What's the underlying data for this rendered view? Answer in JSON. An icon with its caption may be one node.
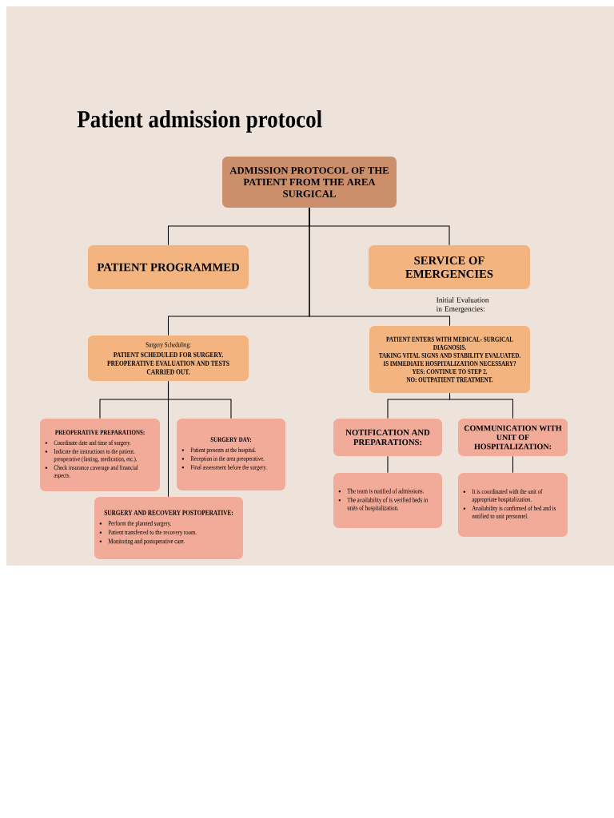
{
  "diagram": {
    "title": "Patient admission protocol",
    "nodes": [
      {
        "text": [
          "ADMISSION PROTOCOL OF THE PATIENT FROM THE AREA SURGICAL"
        ]
      },
      {
        "text": [
          "PATIENT PROGRAMMED"
        ]
      },
      {
        "text": [
          "SERVICE OF EMERGENCIES"
        ]
      },
      {
        "text": [
          "Surgery Scheduling:",
          "PATIENT SCHEDULED FOR SURGERY. PREOPERATIVE EVALUATION AND TESTS CARRIED OUT."
        ]
      },
      {
        "text": [
          "PATIENT ENTERS WITH MEDICAL- SURGICAL DIAGNOSIS.",
          "TAKING VITAL SIGNS AND STABILITY EVALUATED.",
          "IS IMMEDIATE HOSPITALIZATION NECESSARY?",
          "YES: CONTINUE TO STEP 2.",
          "NO: OUTPATIENT TREATMENT."
        ]
      },
      {
        "text": [
          "PREOPERATIVE PREPARATIONS:",
          "Coordinate date and time of surgery.",
          "Indicate the instructions to the patient. preoperative (fasting, medication, etc.).",
          "Check insurance coverage and financial aspects."
        ]
      },
      {
        "text": [
          "SURGERY DAY:",
          "Patient presents at the hospital.",
          "Reception in the area preoperative.",
          "Final assessment before the surgery."
        ]
      },
      {
        "text": [
          "SURGERY AND RECOVERY POSTOPERATIVE:",
          "Perform the planned surgery.",
          "Patient transferred to the recovery room.",
          "Monitoring and postoperative care."
        ]
      },
      {
        "text": [
          "NOTIFICATION AND PREPARATIONS:"
        ]
      },
      {
        "text": [
          "COMMUNICATION WITH UNIT OF HOSPITALIZATION:"
        ]
      },
      {
        "text": [
          "The team is notified of admissions.",
          "The availability of is verified beds in units of hospitalization."
        ]
      },
      {
        "text": [
          "It is coordinated with the unit of appropriate hospitalization.",
          "Availability is confirmed of bed and is notified to unit personnel."
        ]
      }
    ],
    "edges": [
      {
        "from": 0,
        "to": 1,
        "arrow": "none"
      },
      {
        "from": 0,
        "to": 2,
        "arrow": "none"
      },
      {
        "from": 0,
        "to": 3,
        "arrow": "none"
      },
      {
        "from": 0,
        "to": 4,
        "arrow": "none"
      },
      {
        "from": 3,
        "to": 5,
        "arrow": "none"
      },
      {
        "from": 3,
        "to": 6,
        "arrow": "none"
      },
      {
        "from": 3,
        "to": 7,
        "arrow": "none"
      },
      {
        "from": 4,
        "to": 8,
        "arrow": "none"
      },
      {
        "from": 4,
        "to": 9,
        "arrow": "none"
      },
      {
        "from": 8,
        "to": 10,
        "arrow": "none"
      },
      {
        "from": 9,
        "to": 11,
        "arrow": "none"
      }
    ],
    "labels": [
      "Initial Evaluation in Emergencies:"
    ]
  }
}
